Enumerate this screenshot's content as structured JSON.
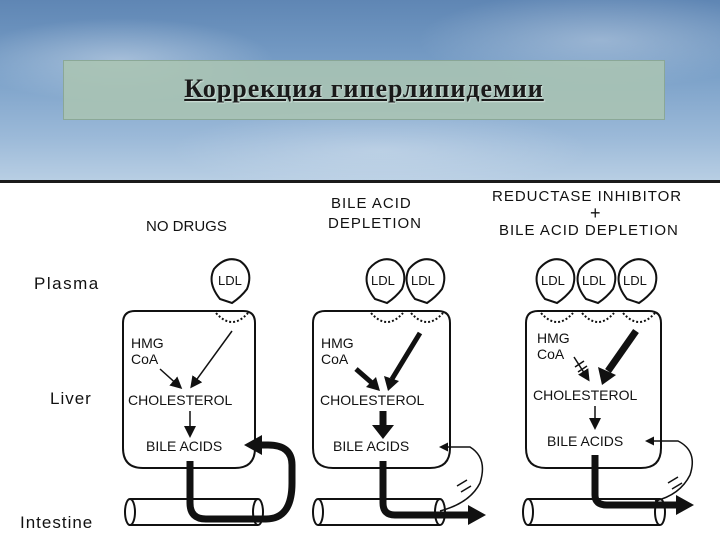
{
  "title": "Коррекция гиперлипидемии",
  "row_labels": {
    "plasma": "Plasma",
    "liver": "Liver",
    "intestine": "Intestine"
  },
  "panels": [
    {
      "heading_lines": [
        "NO DRUGS"
      ],
      "ldl_labels": [
        "LDL"
      ],
      "hmg_lines": [
        "HMG",
        "CoA"
      ],
      "cholesterol": "CHOLESTEROL",
      "bile_acids": "BILE ACIDS"
    },
    {
      "heading_lines": [
        "BILE  ACID",
        "DEPLETION"
      ],
      "ldl_labels": [
        "LDL",
        "LDL"
      ],
      "hmg_lines": [
        "HMG",
        "CoA"
      ],
      "cholesterol": "CHOLESTEROL",
      "bile_acids": "BILE  ACIDS"
    },
    {
      "heading_lines": [
        "REDUCTASE  INHIBITOR",
        "+",
        "BILE  ACID DEPLETION"
      ],
      "ldl_labels": [
        "LDL",
        "LDL",
        "LDL"
      ],
      "hmg_lines": [
        "HMG",
        "CoA"
      ],
      "cholesterol": "CHOLESTEROL",
      "bile_acids": "BILE  ACIDS"
    }
  ]
}
